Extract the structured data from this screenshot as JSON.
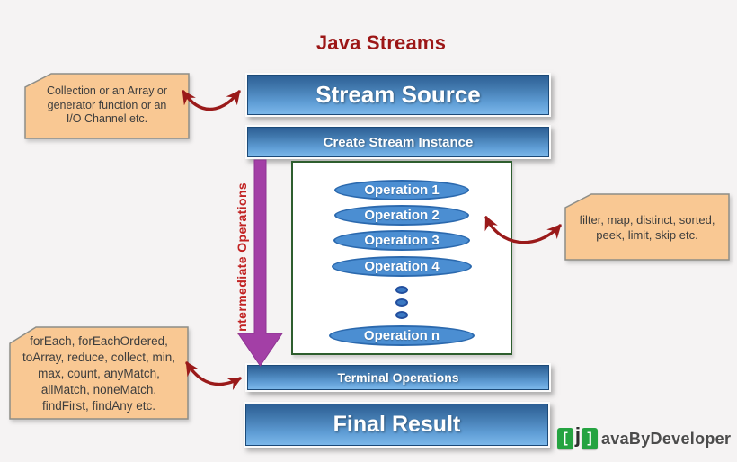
{
  "title": "Java Streams",
  "flow": {
    "stream_source": "Stream Source",
    "create_stream_instance": "Create Stream Instance",
    "terminal_operations": "Terminal Operations",
    "final_result": "Final Result"
  },
  "operations_box": {
    "items": [
      "Operation 1",
      "Operation 2",
      "Operation 3",
      "Operation 4"
    ],
    "last": "Operation n"
  },
  "intermediate_label": "Intermediate Operations",
  "callouts": {
    "source": {
      "lines": [
        "Collection or an Array or",
        "generator function or an",
        "I/O Channel etc."
      ]
    },
    "intermediate": {
      "lines": [
        "filter, map, distinct, sorted,",
        "peek, limit, skip etc."
      ]
    },
    "terminal": {
      "lines": [
        "forEach, forEachOrdered,",
        "toArray, reduce, collect, min,",
        "max, count, anyMatch,",
        "allMatch, noneMatch,",
        "findFirst, findAny etc."
      ]
    }
  },
  "logo": {
    "bracket_left": "[",
    "j": "j",
    "bracket_right": "]",
    "text": "avaByDeveloper"
  },
  "colors": {
    "background": "#f5f3f3",
    "title_red": "#9c1616",
    "box_blue_top": "#2d5f95",
    "box_blue_bottom": "#7cb8ea",
    "ellipse_blue": "#4b8ed2",
    "ellipse_border": "#2b69ae",
    "panel_green_border": "#2e5e2e",
    "purple_arrow": "#a33fa6",
    "label_red": "#c12222",
    "connector_red": "#9a1a1a",
    "callout_fill": "#f9c893",
    "callout_border": "#8e8e88",
    "logo_green": "#25a341"
  }
}
